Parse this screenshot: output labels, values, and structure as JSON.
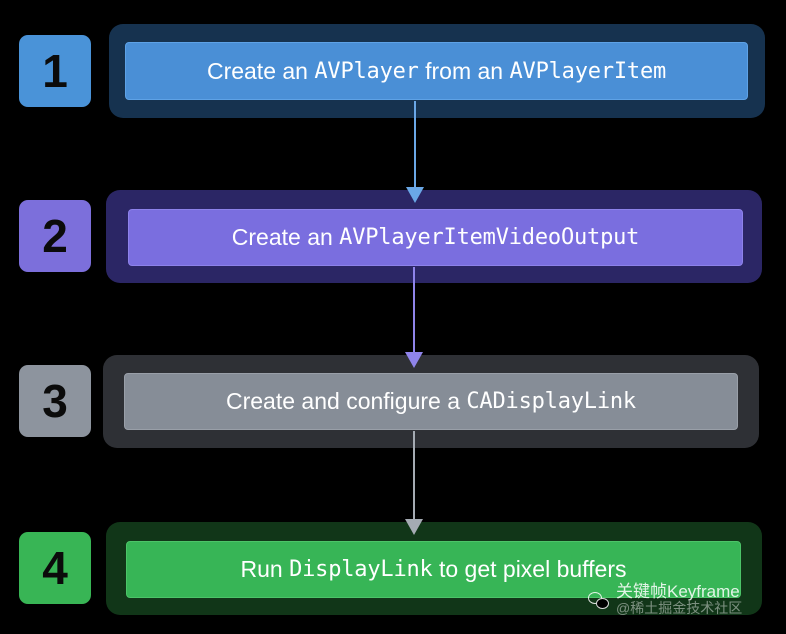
{
  "steps": [
    {
      "number": "1",
      "parts": [
        {
          "text": "Create an ",
          "mono": false
        },
        {
          "text": "AVPlayer",
          "mono": true
        },
        {
          "text": " from an ",
          "mono": false
        },
        {
          "text": "AVPlayerItem",
          "mono": true
        }
      ],
      "color": "#4a8fd6"
    },
    {
      "number": "2",
      "parts": [
        {
          "text": "Create an ",
          "mono": false
        },
        {
          "text": "AVPlayerItemVideoOutput",
          "mono": true
        }
      ],
      "color": "#7a6edf"
    },
    {
      "number": "3",
      "parts": [
        {
          "text": "Create and configure a ",
          "mono": false
        },
        {
          "text": "CADisplayLink",
          "mono": true
        }
      ],
      "color": "#868d97"
    },
    {
      "number": "4",
      "parts": [
        {
          "text": "Run ",
          "mono": false
        },
        {
          "text": "DisplayLink",
          "mono": true
        },
        {
          "text": " to get pixel buffers",
          "mono": false
        }
      ],
      "color": "#37b556"
    }
  ],
  "watermark": {
    "title": "关键帧Keyframe",
    "subtitle": "@稀土掘金技术社区",
    "icon": "wechat-icon"
  }
}
